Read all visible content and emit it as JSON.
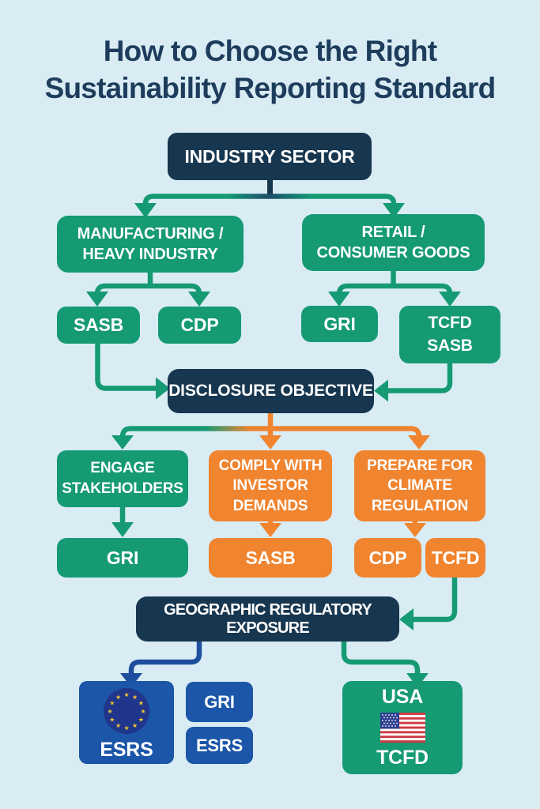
{
  "title": "How to Choose the Right\nSustainability Reporting Standard",
  "colors": {
    "background": "#D9ECF4",
    "navy": "#17364F",
    "green": "#159A74",
    "orange": "#F0842F",
    "blue": "#1B56A8",
    "branch_blue": "#1E4F9E",
    "title_text": "#1E3D5C",
    "eu_circle": "#20368C",
    "star_gold": "#F2C52F",
    "flag_red": "#CE3B45",
    "flag_canton": "#2E3F90"
  },
  "nodes": {
    "industry_sector": "INDUSTRY SECTOR",
    "manufacturing": "MANUFACTURING /\nHEAVY INDUSTRY",
    "retail": "RETAIL /\nCONSUMER GOODS",
    "manufacturing_standard_1": "SASB",
    "manufacturing_standard_2": "CDP",
    "retail_standard_1": "GRI",
    "retail_standard_2": "TCFD\nSASB",
    "disclosure_objective": "DISCLOSURE OBJECTIVE",
    "objective_engage": "ENGAGE\nSTAKEHOLDERS",
    "objective_comply": "COMPLY WITH\nINVESTOR\nDEMANDS",
    "objective_prepare": "PREPARE FOR\nCLIMATE\nREGULATION",
    "engage_standard": "GRI",
    "comply_standard": "SASB",
    "prepare_standard_1": "CDP",
    "prepare_standard_2": "TCFD",
    "geographic_exposure": "GEOGRAPHIC REGULATORY EXPOSURE",
    "eu_standard": "ESRS",
    "eu_alt_standard_1": "GRI",
    "eu_alt_standard_2": "ESRS",
    "usa_label": "USA",
    "usa_standard": "TCFD"
  },
  "icons": {
    "eu_flag": "eu-flag-icon",
    "us_flag": "us-flag-icon"
  }
}
